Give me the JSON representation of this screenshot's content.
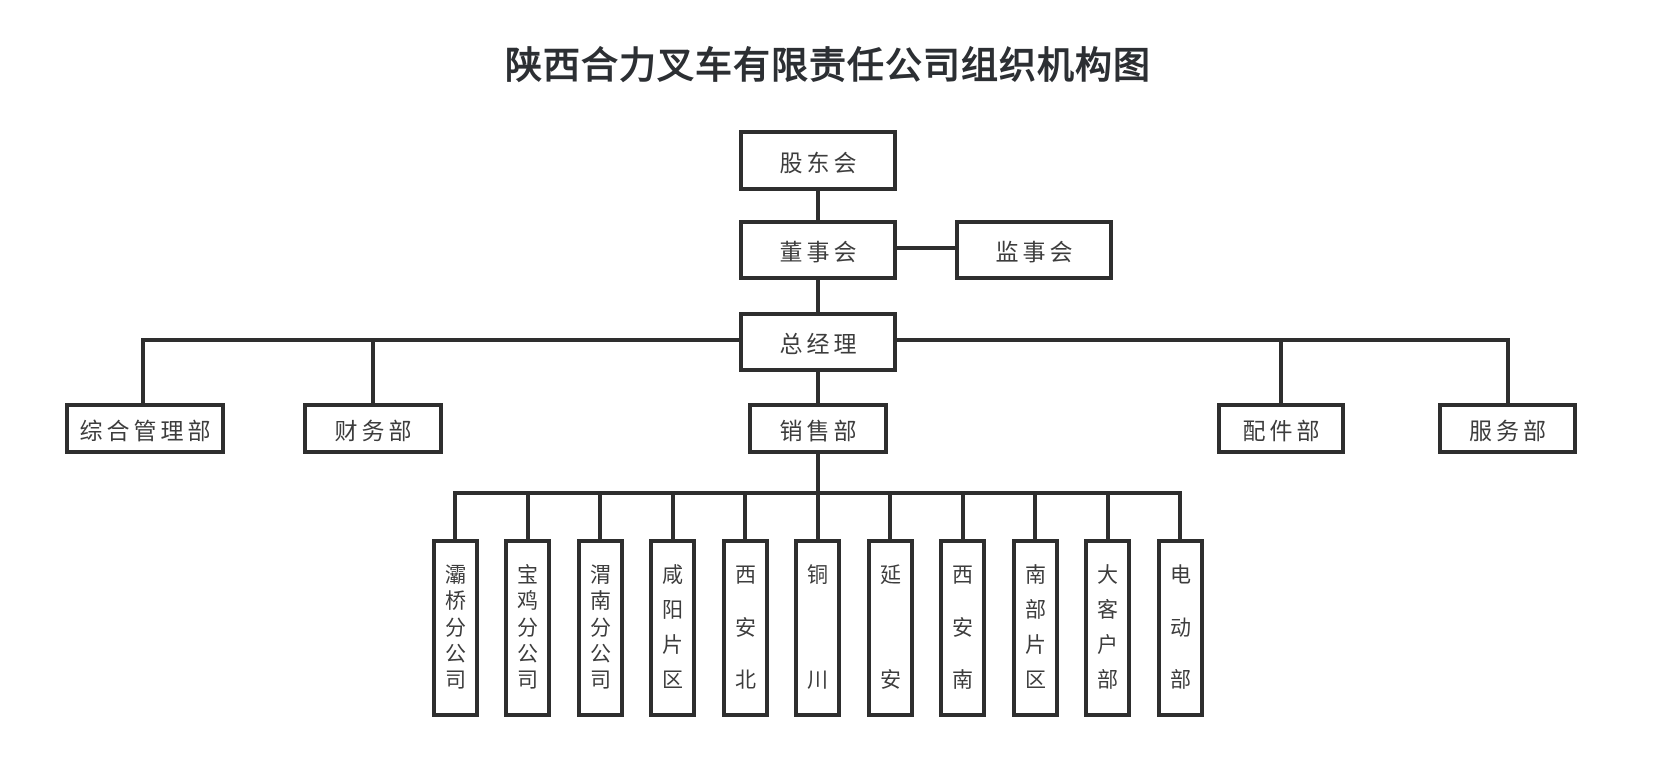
{
  "title": "陕西合力叉车有限责任公司组织机构图",
  "colors": {
    "line": "#2e2e2e",
    "box_border": "#2e2e2e",
    "text": "#3d3d3d",
    "title": "#2c2f33",
    "background": "#ffffff"
  },
  "nodes": {
    "shareholders": "股东会",
    "board": "董事会",
    "supervisors": "监事会",
    "general_manager": "总经理",
    "departments": [
      "综合管理部",
      "财务部",
      "销售部",
      "配件部",
      "服务部"
    ],
    "sales_branches": [
      "灞桥分公司",
      "宝鸡分公司",
      "渭南分公司",
      "咸阳片区",
      "西安北",
      "铜川",
      "延安",
      "西安南",
      "南部片区",
      "大客户部",
      "电动部"
    ]
  }
}
